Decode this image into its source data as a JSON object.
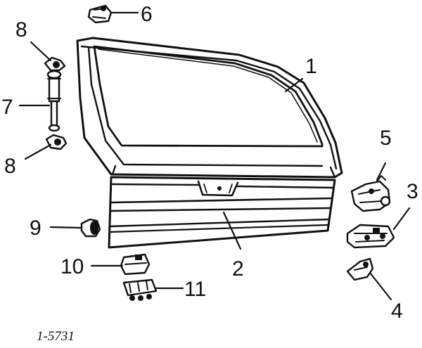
{
  "callouts": [
    {
      "id": "1",
      "label": "1"
    },
    {
      "id": "2",
      "label": "2"
    },
    {
      "id": "3",
      "label": "3"
    },
    {
      "id": "4",
      "label": "4"
    },
    {
      "id": "5",
      "label": "5"
    },
    {
      "id": "6",
      "label": "6"
    },
    {
      "id": "7",
      "label": "7"
    },
    {
      "id": "8a",
      "label": "8"
    },
    {
      "id": "8b",
      "label": "8"
    },
    {
      "id": "9",
      "label": "9"
    },
    {
      "id": "10",
      "label": "10"
    },
    {
      "id": "11",
      "label": "11"
    }
  ],
  "catalog_number": "1-5731"
}
